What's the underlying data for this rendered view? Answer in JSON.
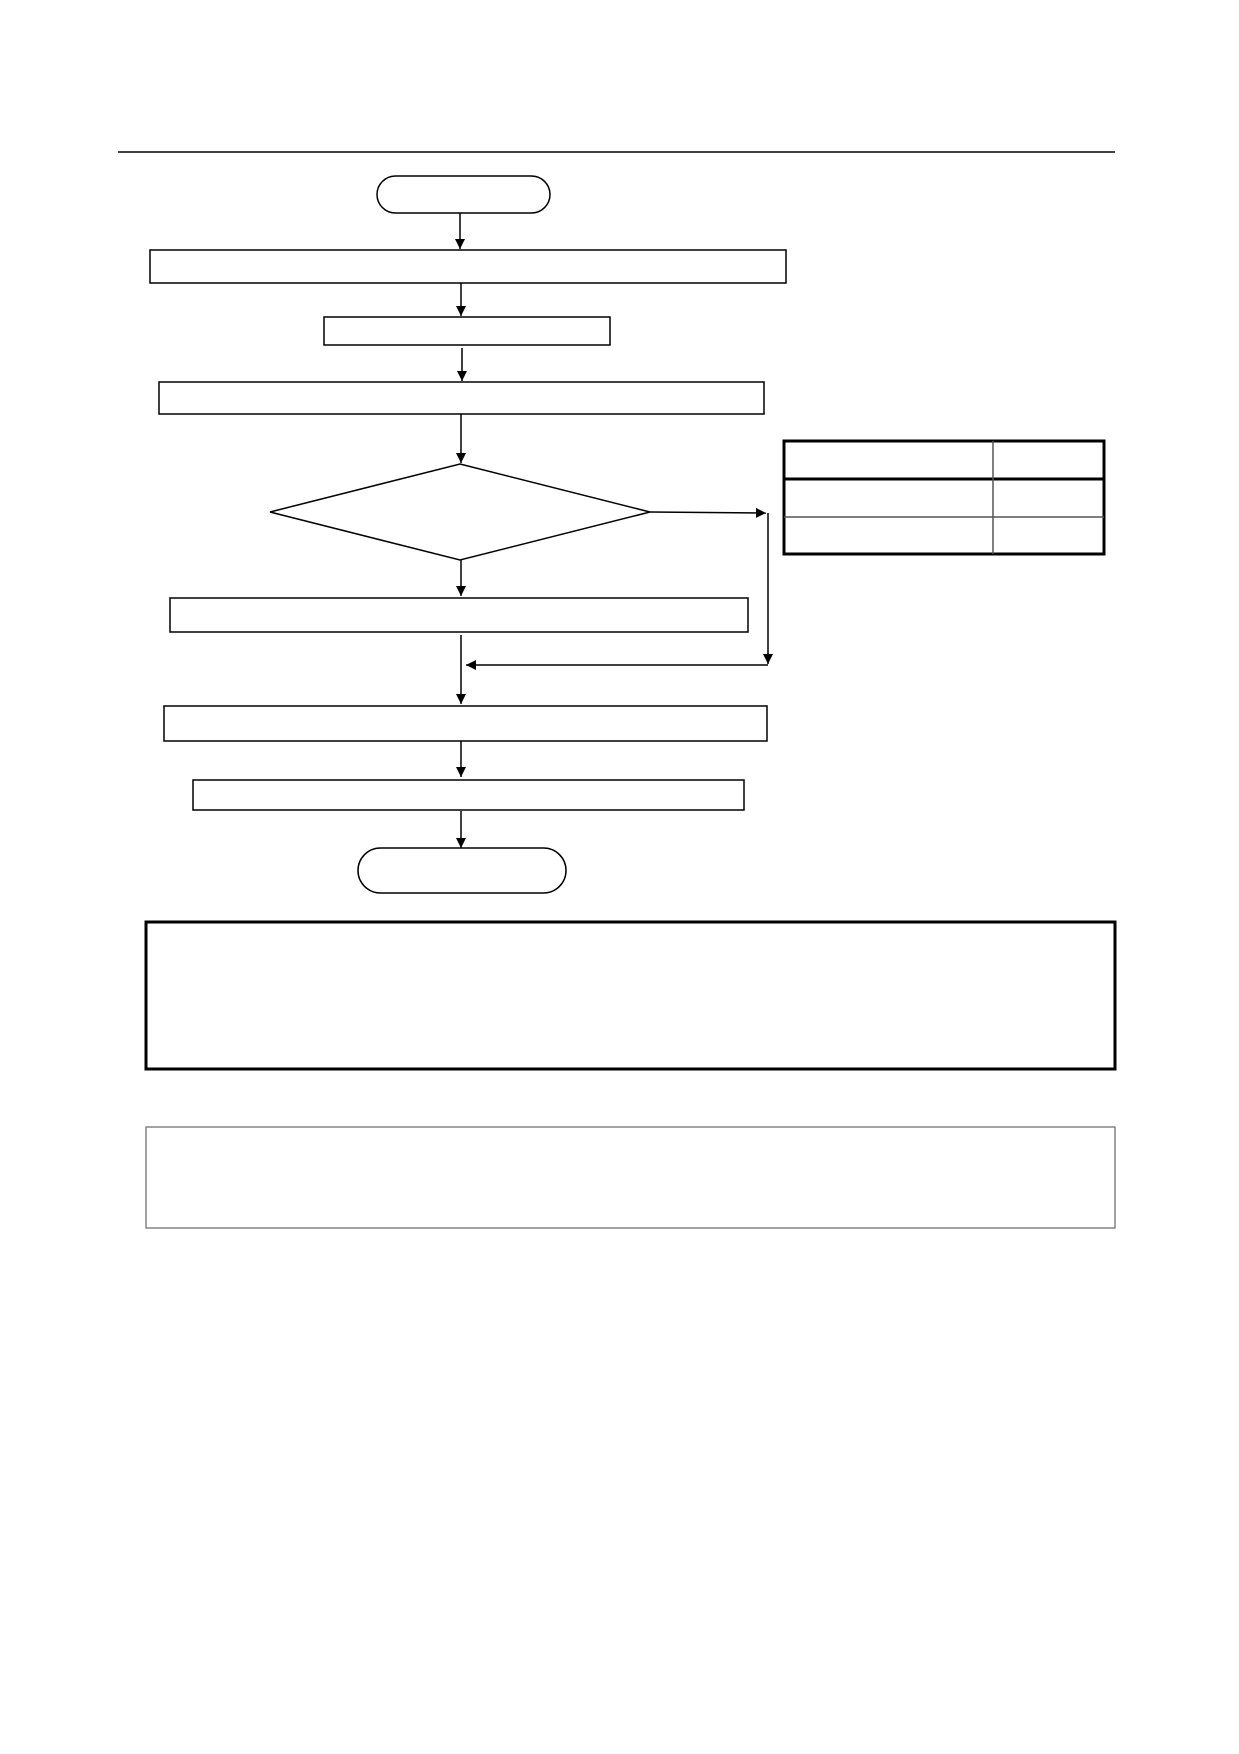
{
  "flowchart": {
    "start": {
      "label": ""
    },
    "steps": [
      {
        "id": "step-1",
        "label": ""
      },
      {
        "id": "step-2",
        "label": ""
      },
      {
        "id": "step-3",
        "label": ""
      },
      {
        "id": "step-4",
        "label": ""
      },
      {
        "id": "step-5",
        "label": ""
      },
      {
        "id": "step-6",
        "label": ""
      }
    ],
    "decision": {
      "label": ""
    },
    "end": {
      "label": ""
    }
  },
  "side_table": {
    "rows": [
      [
        "",
        ""
      ],
      [
        "",
        ""
      ],
      [
        "",
        ""
      ]
    ]
  },
  "notes_box": {
    "text": ""
  },
  "footer_box": {
    "text": ""
  },
  "colors": {
    "stroke": "#000000",
    "background": "#ffffff",
    "footer_border": "#666666"
  }
}
